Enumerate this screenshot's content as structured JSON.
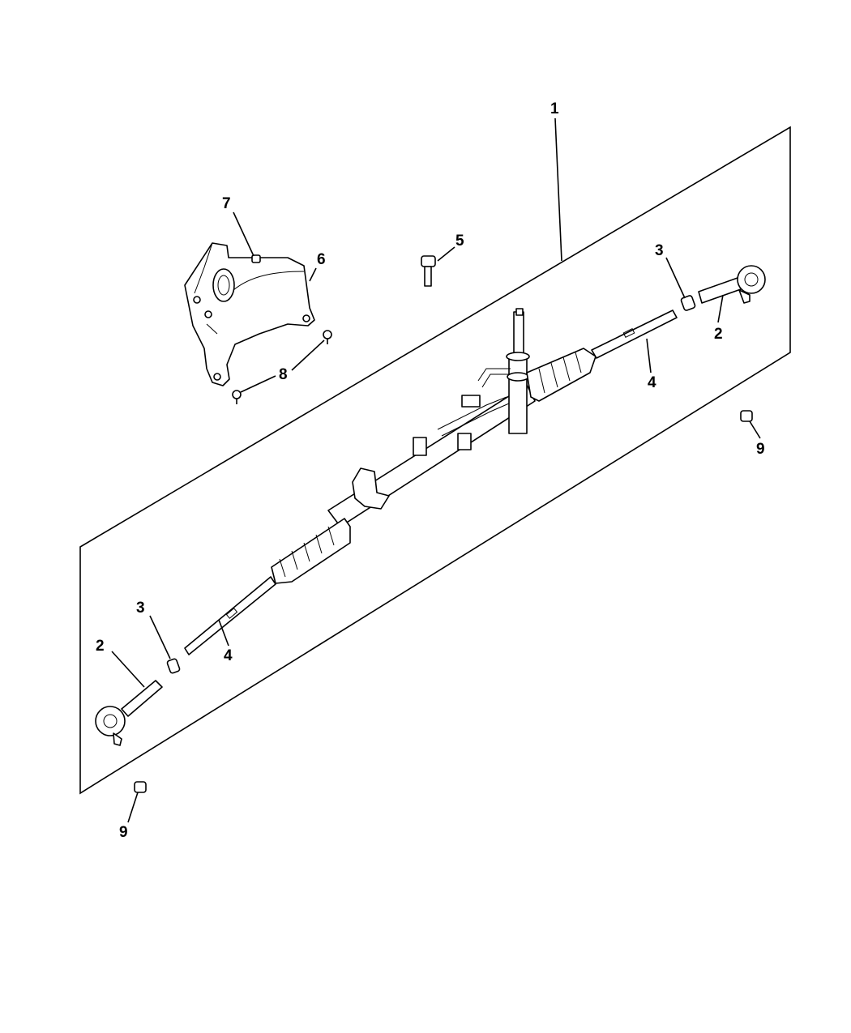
{
  "diagram": {
    "callouts": {
      "c1": "1",
      "c2_right": "2",
      "c2_left": "2",
      "c3_right": "3",
      "c3_left": "3",
      "c4_right": "4",
      "c4_left": "4",
      "c5": "5",
      "c6": "6",
      "c7": "7",
      "c8": "8",
      "c9_right": "9",
      "c9_left": "9"
    }
  }
}
